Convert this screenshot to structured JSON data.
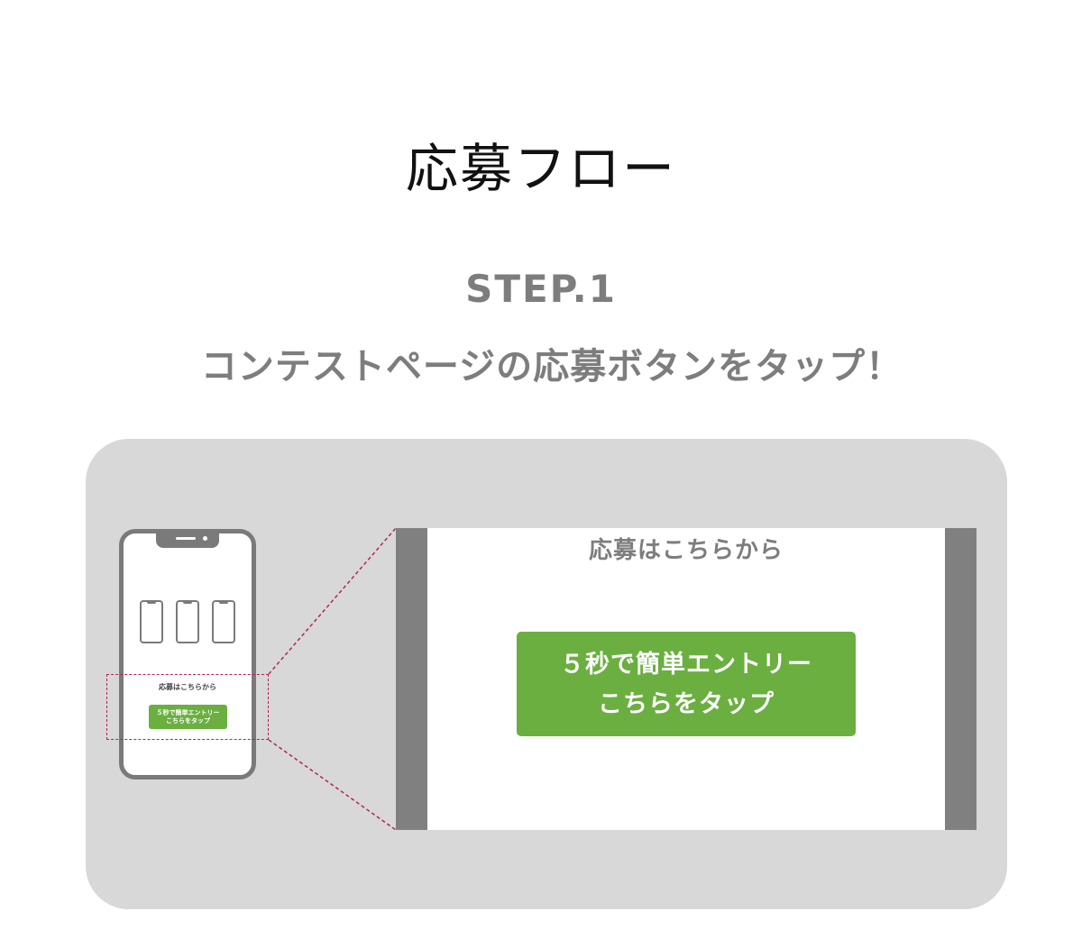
{
  "page": {
    "title": "応募フロー"
  },
  "step": {
    "label": "STEP.1",
    "description": "コンテストページの応募ボタンをタップ！"
  },
  "phone": {
    "heading": "応募はこちらから",
    "button_line1": "５秒で簡単エントリー",
    "button_line2": "こちらをタップ"
  },
  "zoom": {
    "heading": "応募はこちらから",
    "button_line1": "５秒で簡単エントリー",
    "button_line2": "こちらをタップ"
  },
  "colors": {
    "accent_green": "#6aaf3f",
    "panel_gray": "#d8d8d8",
    "text_gray": "#7d7d7d",
    "dashed_magenta": "#b0245a"
  },
  "icons": [
    "smartphone-icon"
  ]
}
